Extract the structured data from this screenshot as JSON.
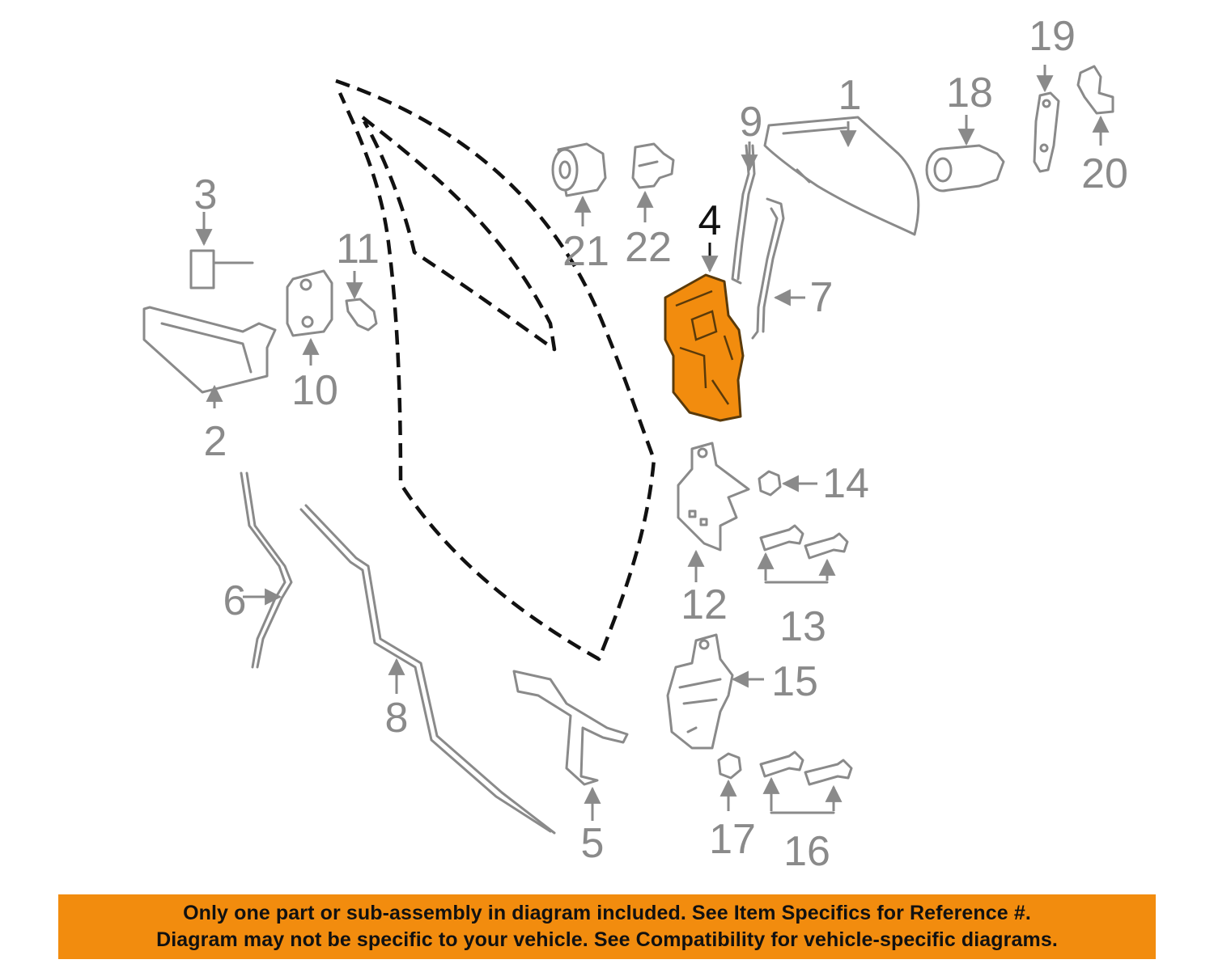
{
  "diagram": {
    "highlight_color": "#F28C0E",
    "highlighted_callout": "4",
    "callouts": [
      "1",
      "2",
      "3",
      "4",
      "5",
      "6",
      "7",
      "8",
      "9",
      "10",
      "11",
      "12",
      "13",
      "14",
      "15",
      "16",
      "17",
      "18",
      "19",
      "20",
      "21",
      "22"
    ]
  },
  "notice": {
    "line1": "Only one part or sub-assembly in diagram included. See Item Specifics for Reference #.",
    "line2": "Diagram may not be specific to your vehicle. See Compatibility for vehicle-specific diagrams.",
    "background": "#F28C0E"
  }
}
